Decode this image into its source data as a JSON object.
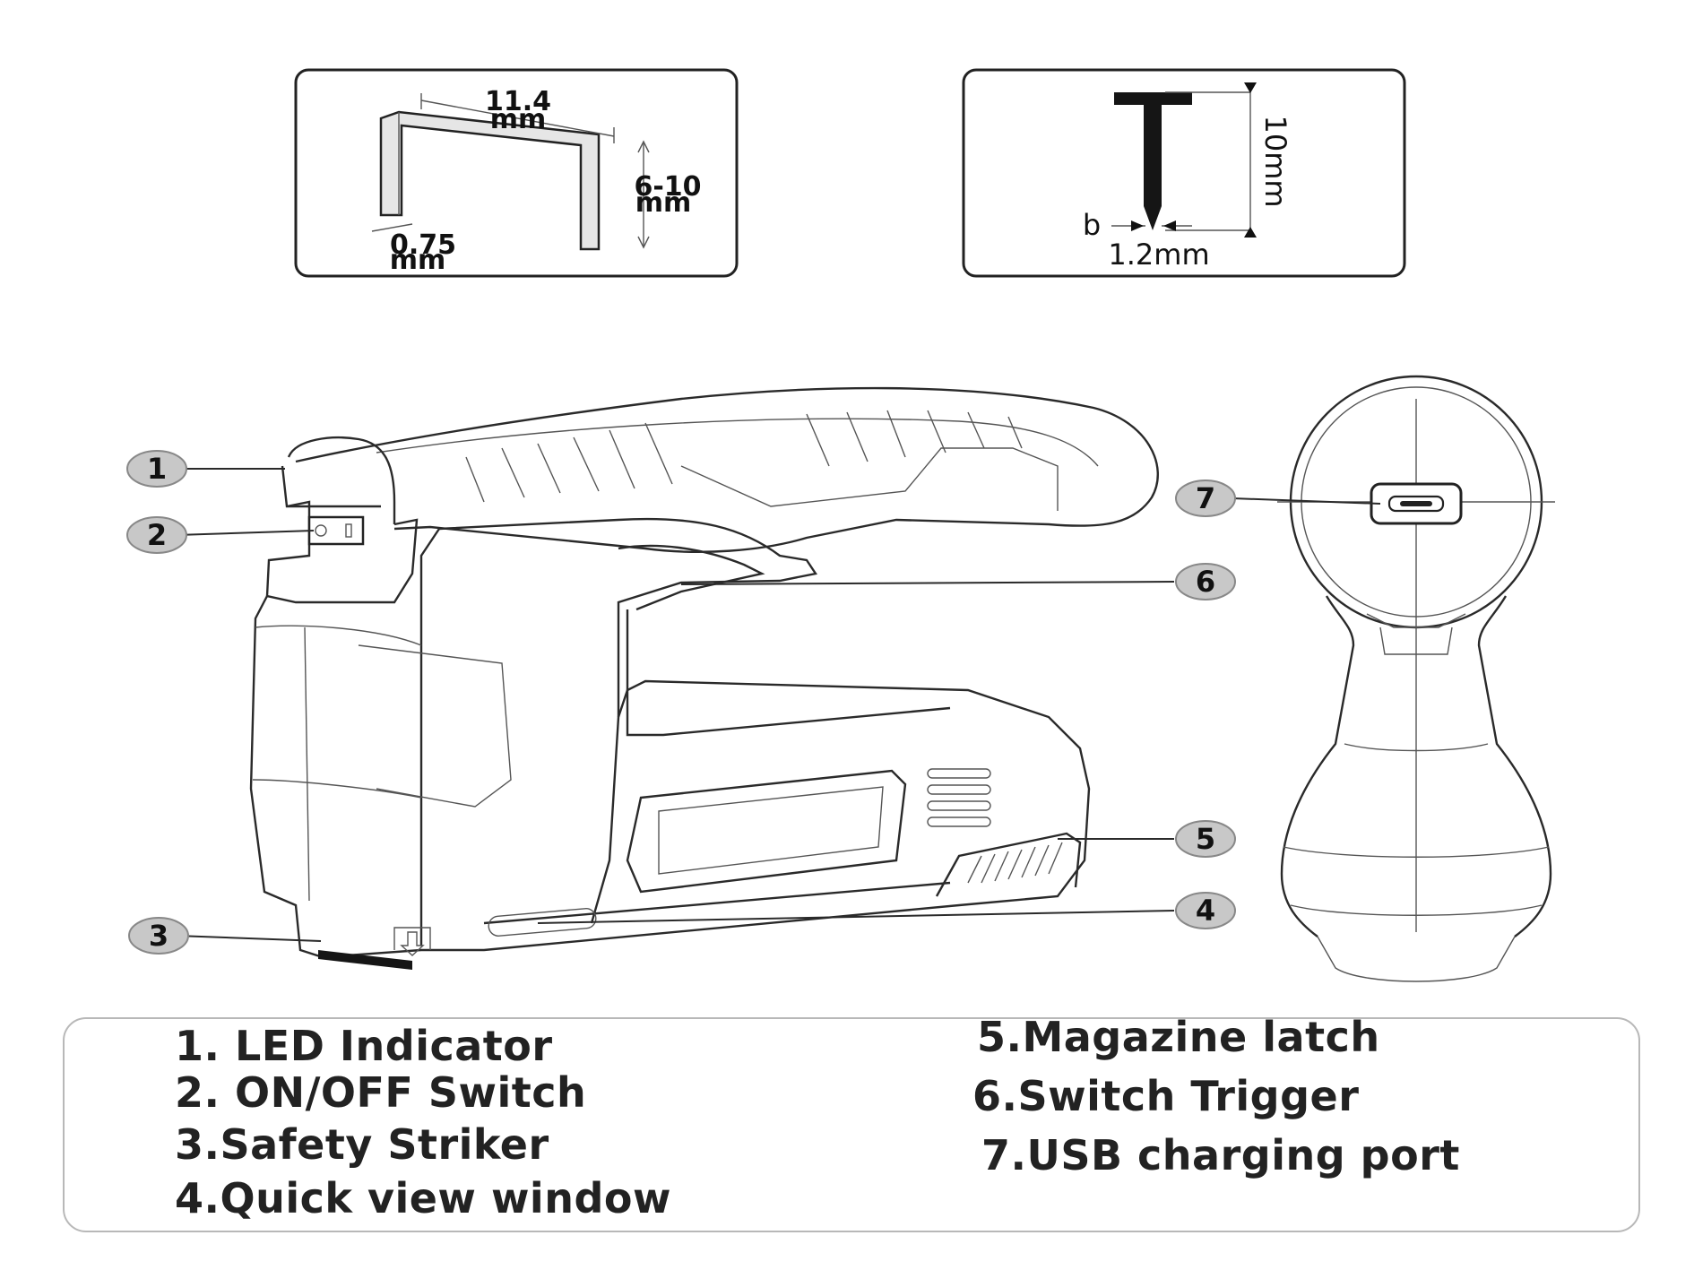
{
  "staple_spec": {
    "width_value": "11.4",
    "width_unit": "mm",
    "height_value": "6-10",
    "height_unit": "mm",
    "wire_value": "0.75",
    "wire_unit": "mm"
  },
  "nail_spec": {
    "length": "10mm",
    "b_label": "b",
    "diameter": "1.2mm"
  },
  "callouts": [
    "1",
    "2",
    "3",
    "4",
    "5",
    "6",
    "7"
  ],
  "legend": {
    "left": [
      "1. LED Indicator",
      "2. ON/OFF Switch",
      "3.Safety Striker",
      "4.Quick view window"
    ],
    "right": [
      "5.Magazine latch",
      "6.Switch Trigger",
      "7.USB charging port"
    ]
  },
  "colors": {
    "callout_fill": "#c8c8c8",
    "line": "#2a2a2a",
    "legend_border": "#b8b8b8"
  }
}
